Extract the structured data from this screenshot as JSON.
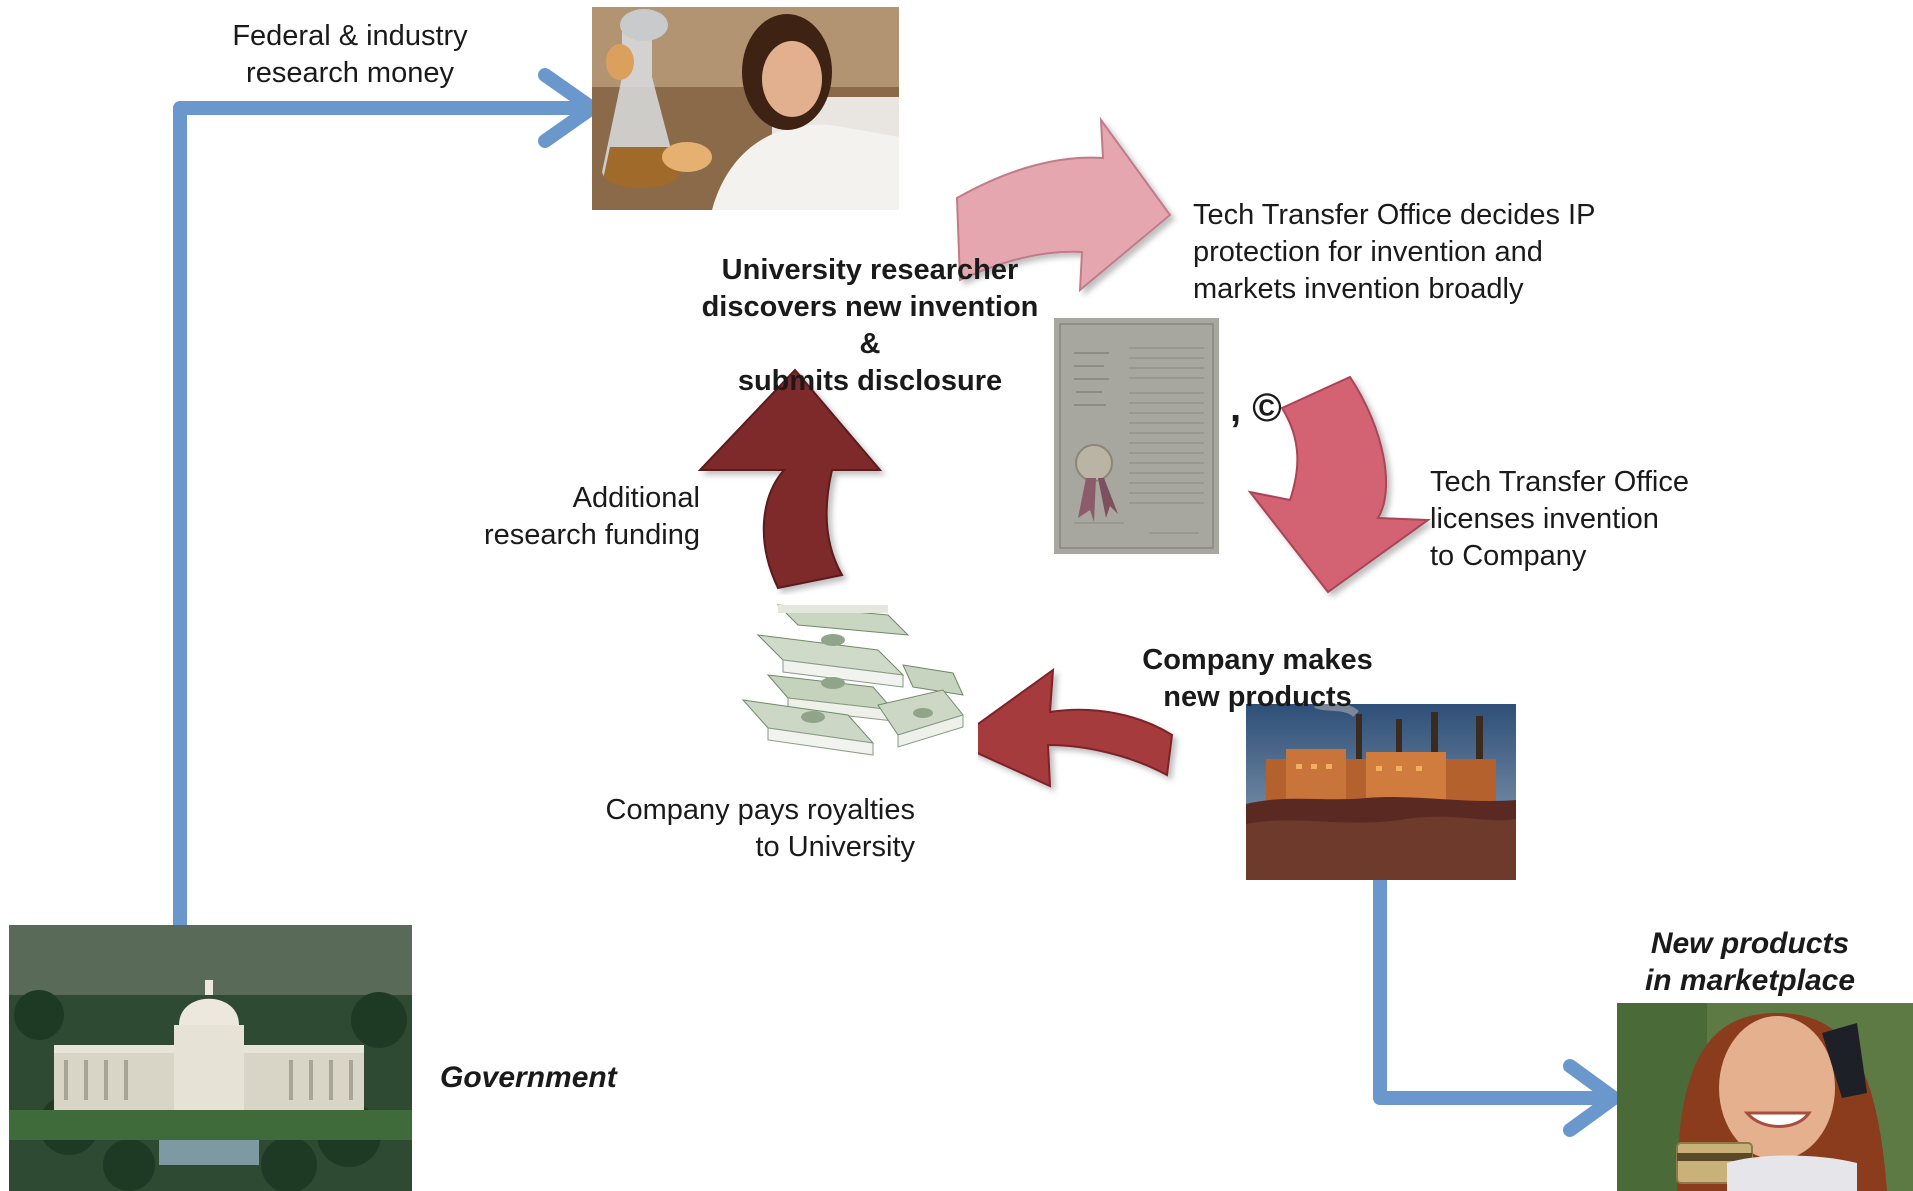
{
  "labels": {
    "federal_money": "Federal & industry\nresearch money",
    "researcher": "University researcher\ndiscovers new invention &\nsubmits disclosure",
    "tto_decides": "Tech Transfer Office decides IP\nprotection for invention  and\nmarkets invention broadly",
    "ip_symbols": ", ©",
    "tto_licenses": "Tech Transfer Office\nlicenses invention\nto Company",
    "additional_funding": "Additional\nresearch funding",
    "company_makes": "Company makes\nnew products",
    "royalties": "Company pays royalties\nto University",
    "government": "Government",
    "marketplace": "New products\nin marketplace"
  },
  "colors": {
    "connector_blue": "#6a98cc",
    "arrow_light_pink": "#e6a6b0",
    "arrow_pink": "#d36272",
    "arrow_dark_maroon": "#7e2a2c",
    "arrow_red": "#a53a3e"
  },
  "images": {
    "researcher_photo": "scientist-with-flask-photo",
    "patent_document": "patent-certificate-image",
    "money_stacks": "dollar-bill-stacks-image",
    "factory_photo": "power-plant-factory-photo",
    "capitol_photo": "capitol-building-photo",
    "consumer_photo": "woman-with-phone-and-credit-card-photo"
  }
}
